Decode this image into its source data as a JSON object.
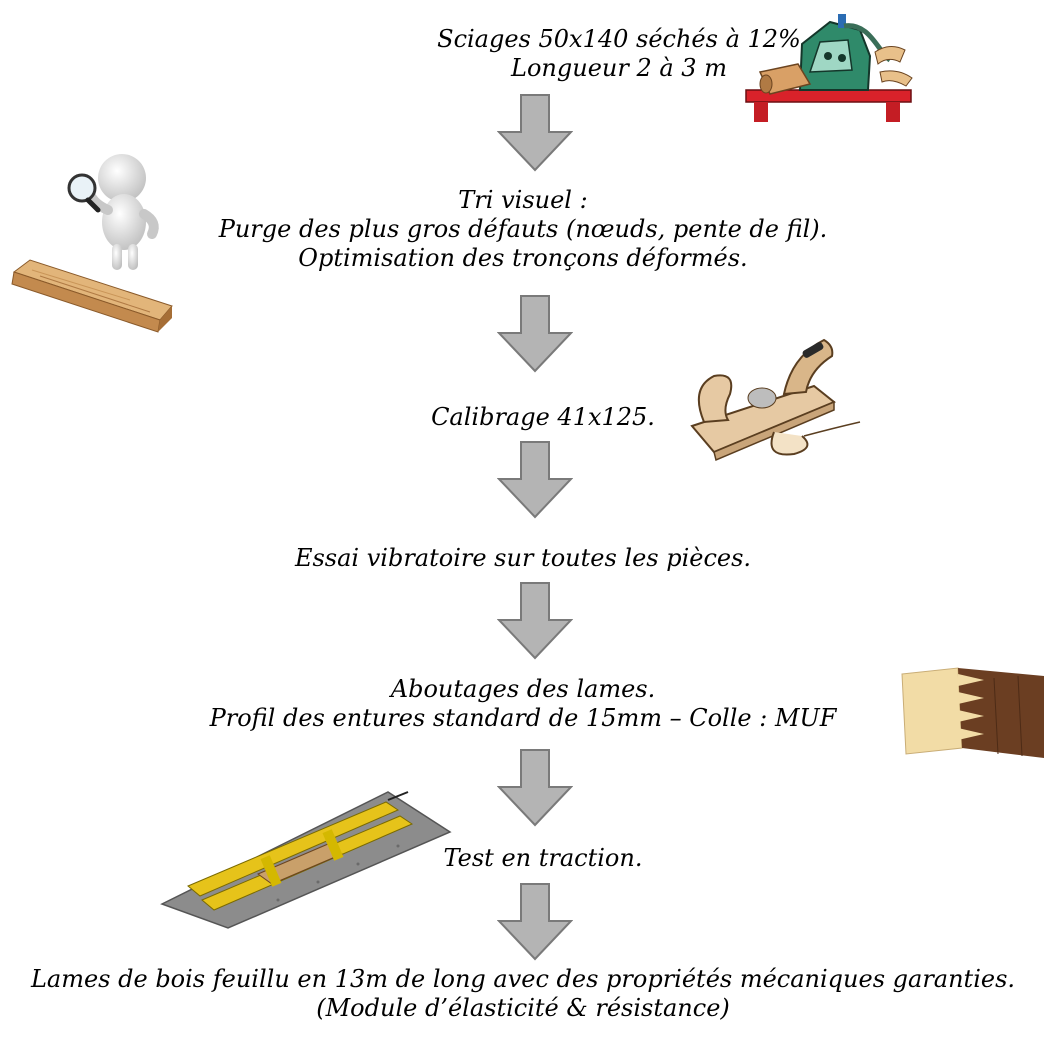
{
  "steps": [
    {
      "lines": [
        "Sciages 50x140 séchés à 12%",
        "Longueur 2 à 3 m"
      ]
    },
    {
      "lines": [
        "Tri visuel :",
        "Purge des plus gros défauts (nœuds, pente de fil).",
        "Optimisation des tronçons déformés."
      ]
    },
    {
      "lines": [
        "Calibrage 41x125."
      ]
    },
    {
      "lines": [
        "Essai vibratoire sur toutes les pièces."
      ]
    },
    {
      "lines": [
        "Aboutages des lames.",
        "Profil des entures standard de 15mm – Colle : MUF"
      ]
    },
    {
      "lines": [
        "Test en traction."
      ]
    },
    {
      "lines": [
        "Lames de bois feuillu en 13m de long avec des propriétés mécaniques garanties.",
        "(Module d’élasticité & résistance)"
      ]
    }
  ],
  "colors": {
    "arrow_fill": "#b4b4b4",
    "arrow_stroke": "#7a7a7a",
    "text": "#000000"
  },
  "illustrations": [
    "sawmill-machine-illustration",
    "person-with-magnifier-illustration",
    "wood-beam-illustration",
    "hand-plane-illustration",
    "finger-joint-illustration",
    "traction-test-bench-illustration"
  ]
}
